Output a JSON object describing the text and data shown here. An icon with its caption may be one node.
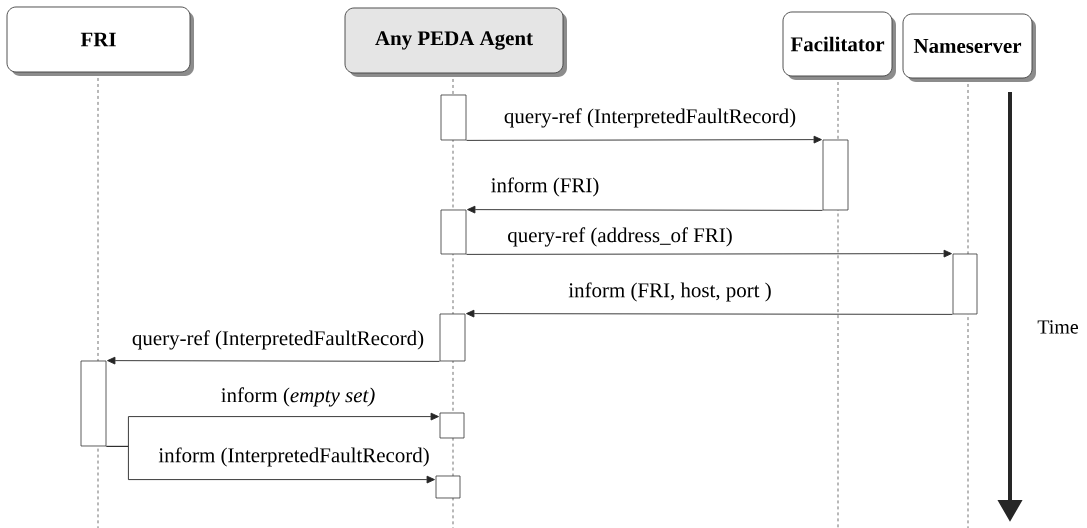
{
  "diagram": {
    "nodes": [
      {
        "text": [
          "FRI"
        ]
      },
      {
        "text": [
          "Any PEDA Agent"
        ]
      },
      {
        "text": [
          "Facilitator"
        ]
      },
      {
        "text": [
          "Nameserver"
        ]
      },
      {
        "text": [],
        "shape": "bar"
      },
      {
        "text": [],
        "shape": "bar"
      },
      {
        "text": [],
        "shape": "bar"
      },
      {
        "text": [],
        "shape": "bar"
      },
      {
        "text": [],
        "shape": "bar"
      },
      {
        "text": [],
        "shape": "bar"
      },
      {
        "text": [],
        "shape": "bar"
      },
      {
        "text": [],
        "shape": "bar"
      }
    ],
    "edges": [
      {
        "from": 4,
        "to": 5,
        "arrow": "to",
        "label": "query-ref (InterpretedFaultRecord)"
      },
      {
        "from": 5,
        "to": 6,
        "arrow": "to",
        "label": "inform (FRI)"
      },
      {
        "from": 6,
        "to": 7,
        "arrow": "to",
        "label": "query-ref (address_of FRI)"
      },
      {
        "from": 7,
        "to": 8,
        "arrow": "to",
        "label": "inform (FRI, host, port )"
      },
      {
        "from": 8,
        "to": 9,
        "arrow": "to",
        "label": "query-ref (InterpretedFaultRecord)"
      },
      {
        "from": 9,
        "to": 10,
        "arrow": "to",
        "label": "inform (*empty set)*"
      },
      {
        "from": 9,
        "to": 11,
        "arrow": "to",
        "label": "inform (InterpretedFaultRecord)"
      }
    ],
    "labels": [
      "Time"
    ]
  }
}
